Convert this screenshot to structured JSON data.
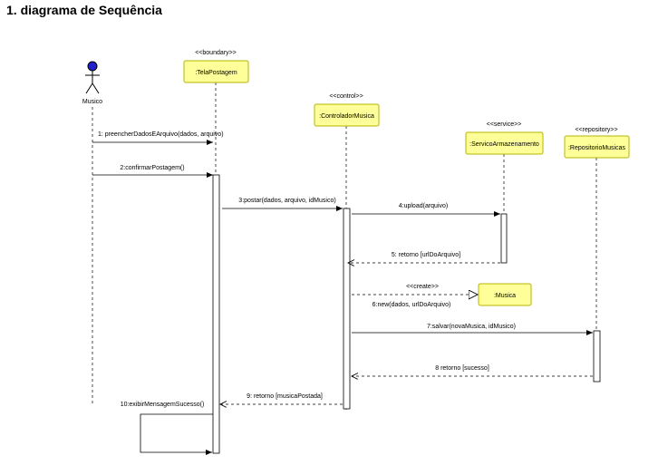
{
  "title": "1. diagrama de Sequência",
  "colors": {
    "box_fill": "#ffff99",
    "box_stroke": "#b5b500",
    "actor_head": "#2222cc",
    "line": "#000000"
  },
  "actor": {
    "name": "Musico",
    "icon": "stick-figure-icon"
  },
  "participants": [
    {
      "id": "tela",
      "stereotype": "<<boundary>>",
      "name": ":TelaPostagem"
    },
    {
      "id": "ctrl",
      "stereotype": "<<control>>",
      "name": ":ControladorMusica"
    },
    {
      "id": "serv",
      "stereotype": "<<service>>",
      "name": ":ServicoArmazenamento"
    },
    {
      "id": "repo",
      "stereotype": "<<repository>>",
      "name": ":RepositorioMusicas"
    }
  ],
  "created": {
    "stereotype": "<<create>>",
    "name": ":Musica"
  },
  "messages": [
    {
      "label": "1: preencherDadosEArquivo(dados, arquivo)",
      "from": "actor",
      "to": "tela",
      "kind": "sync"
    },
    {
      "label": "2:confirmarPostagem()",
      "from": "actor",
      "to": "tela",
      "kind": "sync"
    },
    {
      "label": "3:postar(dados, arquivo, idMusico)",
      "from": "tela",
      "to": "ctrl",
      "kind": "sync"
    },
    {
      "label": "4:upload(arquivo)",
      "from": "ctrl",
      "to": "serv",
      "kind": "sync"
    },
    {
      "label": "5: retorno [urlDoArquivo]",
      "from": "serv",
      "to": "ctrl",
      "kind": "return"
    },
    {
      "label": "6:new(dados, urlDoArquivo)",
      "from": "ctrl",
      "to": "musica",
      "kind": "create"
    },
    {
      "label": "7:salvar(novaMusica, idMusico)",
      "from": "ctrl",
      "to": "repo",
      "kind": "sync"
    },
    {
      "label": "8 retorno [sucesso]",
      "from": "repo",
      "to": "ctrl",
      "kind": "return"
    },
    {
      "label": "9: retorno [musicaPostada]",
      "from": "ctrl",
      "to": "tela",
      "kind": "return"
    },
    {
      "label": "10:exibirMensagemSucesso()",
      "from": "tela",
      "to": "tela",
      "kind": "self"
    }
  ]
}
